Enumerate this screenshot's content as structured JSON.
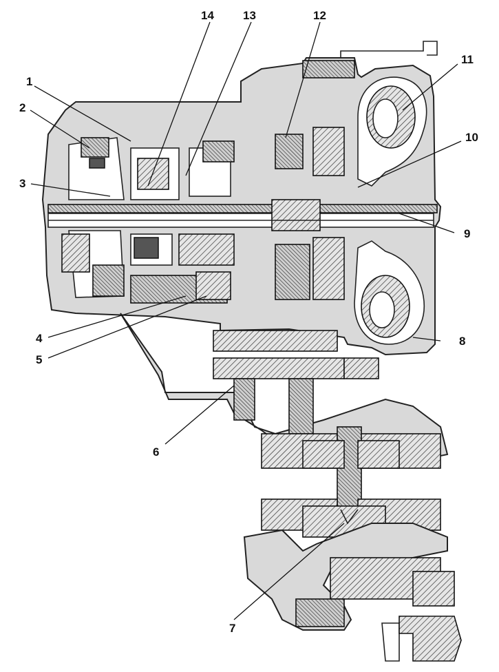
{
  "labels": [
    {
      "id": "1",
      "text": "1"
    },
    {
      "id": "2",
      "text": "2"
    },
    {
      "id": "3",
      "text": "3"
    },
    {
      "id": "4",
      "text": "4"
    },
    {
      "id": "5",
      "text": "5"
    },
    {
      "id": "6",
      "text": "6"
    },
    {
      "id": "7",
      "text": "7"
    },
    {
      "id": "8",
      "text": "8"
    },
    {
      "id": "9",
      "text": "9"
    },
    {
      "id": "10",
      "text": "10"
    },
    {
      "id": "11",
      "text": "11"
    },
    {
      "id": "12",
      "text": "12"
    },
    {
      "id": "13",
      "text": "13"
    },
    {
      "id": "14",
      "text": "14"
    }
  ],
  "colors": {
    "line": "#111111",
    "fill": "#d9d9d9",
    "dark": "#555555",
    "background": "#ffffff"
  }
}
